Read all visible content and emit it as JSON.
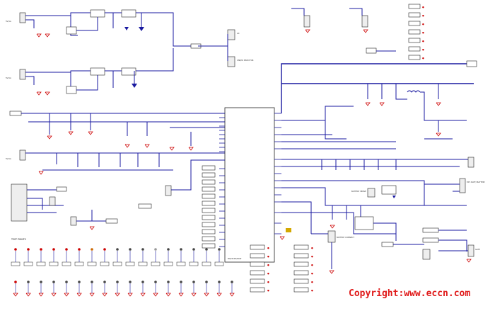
{
  "supply_labels": {
    "top1": "5V/1A",
    "top2": "5V/1A",
    "mid": "5V/1A",
    "bottom": "5V/1A"
  },
  "chip": {
    "name": "BQ24100/RGW"
  },
  "test_points_heading": "TEST POINTS",
  "connector_labels": {
    "batt_sense": "BATTERY SENSE",
    "ext_batt": "EXT. BATT/ BATTERY",
    "batt_conn": "BATTERY CONNECT",
    "gate": "GATE",
    "usb": "USB/IO SELECTOR",
    "ac": "AC"
  },
  "copyright": "Copyright:www.eccn.com",
  "colors": {
    "wire": "#1a1aa0",
    "ground": "#cc0000",
    "copyright": "#e01a1a"
  }
}
